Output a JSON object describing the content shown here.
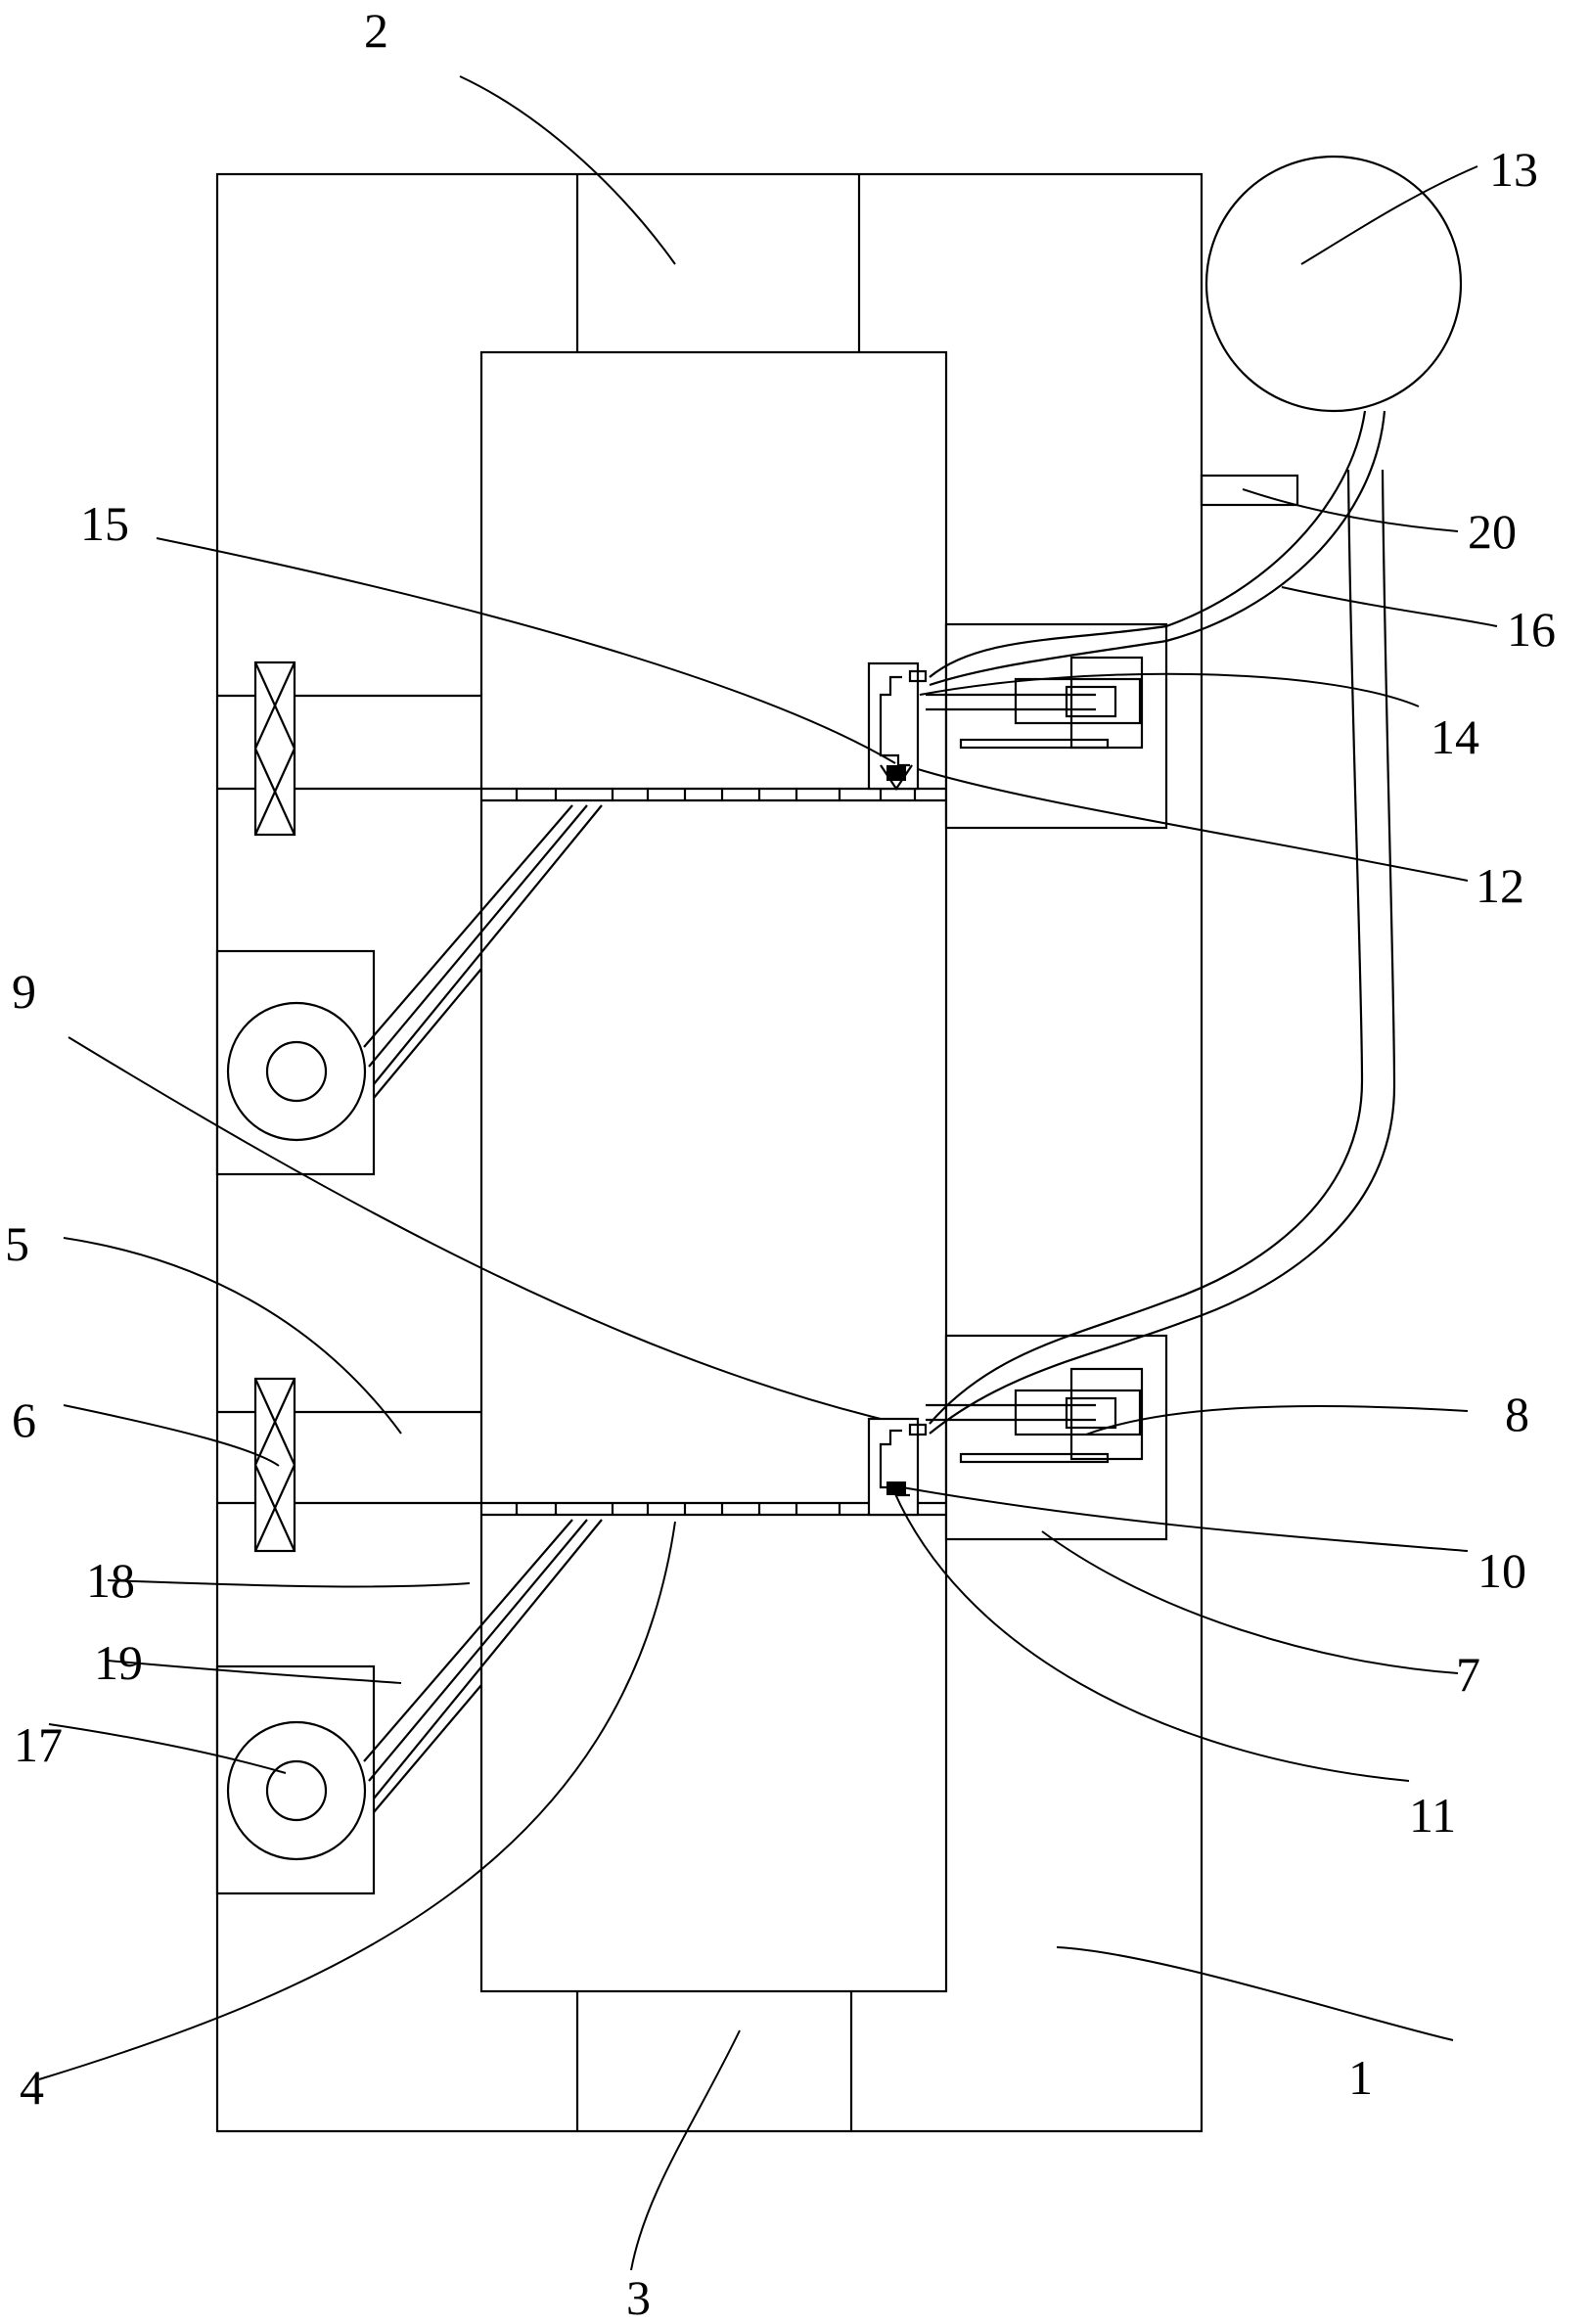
{
  "figure": {
    "labels": [
      {
        "id": "1",
        "text": "1"
      },
      {
        "id": "2",
        "text": "2"
      },
      {
        "id": "3",
        "text": "3"
      },
      {
        "id": "4",
        "text": "4"
      },
      {
        "id": "5",
        "text": "5"
      },
      {
        "id": "6",
        "text": "6"
      },
      {
        "id": "7",
        "text": "7"
      },
      {
        "id": "8",
        "text": "8"
      },
      {
        "id": "9",
        "text": "9"
      },
      {
        "id": "10",
        "text": "10"
      },
      {
        "id": "11",
        "text": "11"
      },
      {
        "id": "12",
        "text": "12"
      },
      {
        "id": "13",
        "text": "13"
      },
      {
        "id": "14",
        "text": "14"
      },
      {
        "id": "15",
        "text": "15"
      },
      {
        "id": "16",
        "text": "16"
      },
      {
        "id": "17",
        "text": "17"
      },
      {
        "id": "18",
        "text": "18"
      },
      {
        "id": "19",
        "text": "19"
      },
      {
        "id": "20",
        "text": "20"
      }
    ]
  }
}
